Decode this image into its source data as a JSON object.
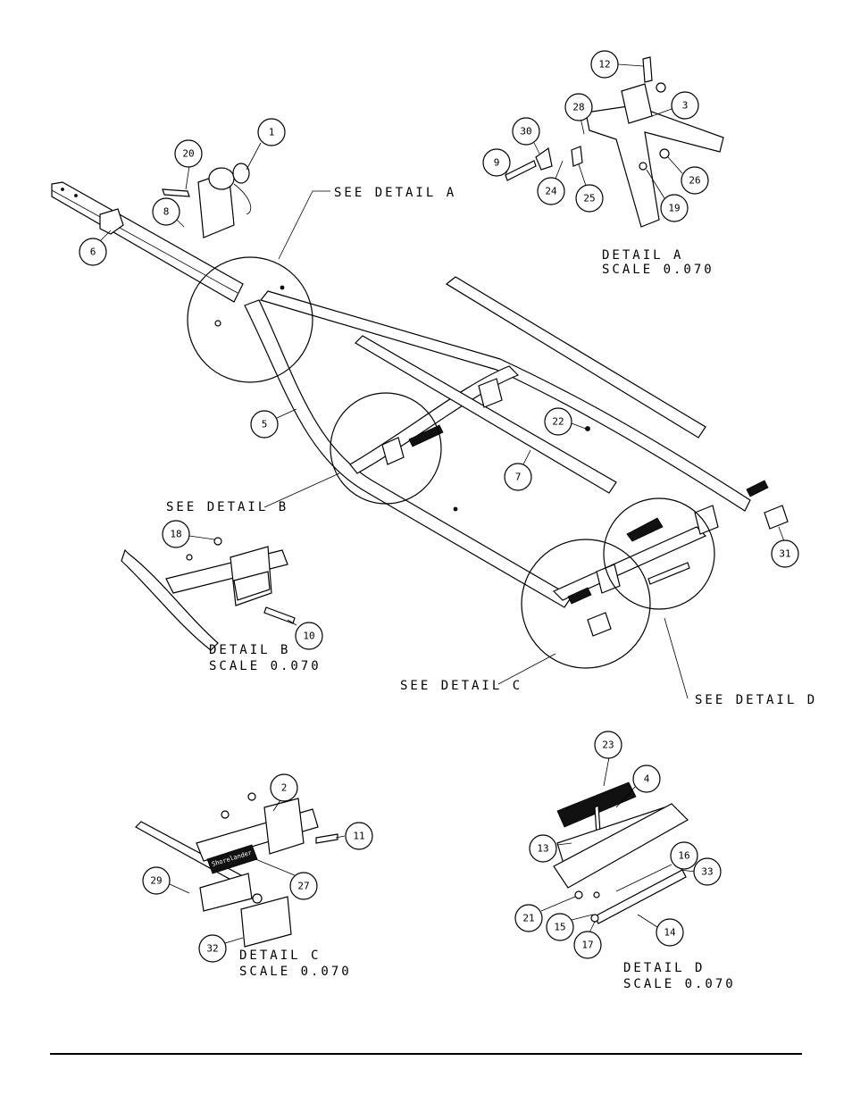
{
  "detail_labels": {
    "see_a": "SEE DETAIL  A",
    "see_b": "SEE DETAIL  B",
    "see_c": "SEE DETAIL  C",
    "see_d": "SEE DETAIL  D",
    "detail_a": "DETAIL  A",
    "detail_b": "DETAIL  B",
    "detail_c": "DETAIL  C",
    "detail_d": "DETAIL  D",
    "scale": "SCALE  0.070"
  },
  "callouts": {
    "c1": "1",
    "c2": "2",
    "c3": "3",
    "c4": "4",
    "c5": "5",
    "c6": "6",
    "c7": "7",
    "c8": "8",
    "c9": "9",
    "c10": "10",
    "c11": "11",
    "c12": "12",
    "c13": "13",
    "c14": "14",
    "c15": "15",
    "c16": "16",
    "c17": "17",
    "c18": "18",
    "c19": "19",
    "c20": "20",
    "c21": "21",
    "c22": "22",
    "c23": "23",
    "c24": "24",
    "c25": "25",
    "c26": "26",
    "c27": "27",
    "c28": "28",
    "c29": "29",
    "c30": "30",
    "c31": "31",
    "c32": "32",
    "c33": "33"
  },
  "brand_label": "Shorelander"
}
